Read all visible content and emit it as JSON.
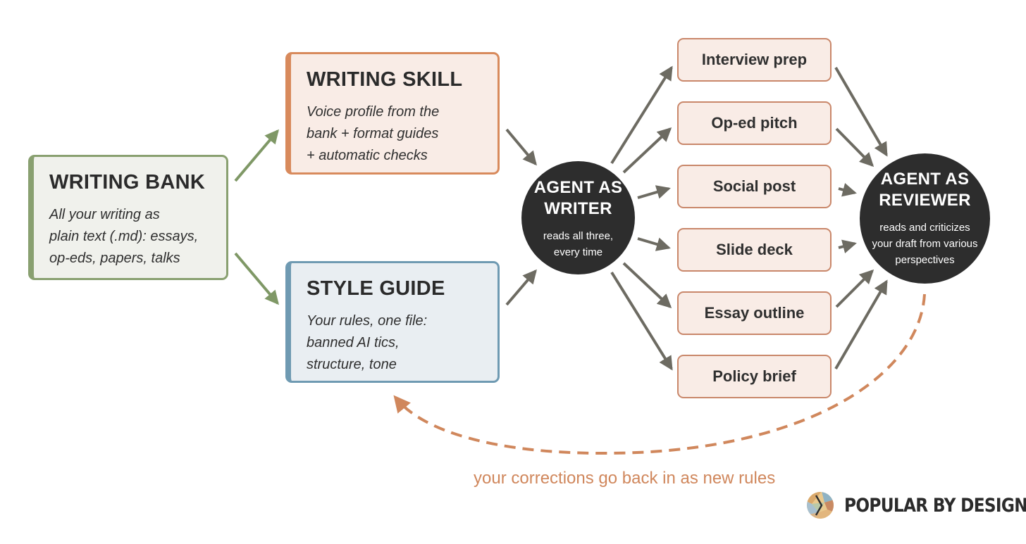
{
  "writing_bank": {
    "title": "WRITING BANK",
    "desc": [
      "All your writing as",
      "plain text (.md): essays,",
      "op-eds, papers, talks"
    ]
  },
  "writing_skill": {
    "title": "WRITING SKILL",
    "desc": [
      "Voice profile from the",
      "bank + format guides",
      "+ automatic checks"
    ]
  },
  "style_guide": {
    "title": "STYLE GUIDE",
    "desc": [
      "Your rules, one file:",
      "banned AI tics,",
      "structure, tone"
    ]
  },
  "agent_writer": {
    "title": [
      "AGENT AS",
      "WRITER"
    ],
    "desc": [
      "reads all three,",
      "every time"
    ]
  },
  "agent_reviewer": {
    "title": [
      "AGENT AS",
      "REVIEWER"
    ],
    "desc": [
      "reads and criticizes",
      "your draft from various",
      "perspectives"
    ]
  },
  "outputs": [
    "Interview prep",
    "Op-ed pitch",
    "Social post",
    "Slide deck",
    "Essay outline",
    "Policy brief"
  ],
  "feedback_label": "your corrections go back in as new rules",
  "brand": {
    "name": "POPULAR BY DESIGN"
  },
  "colors": {
    "arrow": "#6d6b62",
    "bank_arrow": "#7f9866",
    "feedback": "#d0875c",
    "bank_border": "#89a070",
    "skill_border": "#d88a5c",
    "style_border": "#6f9ab2",
    "circle": "#2d2d2d"
  }
}
